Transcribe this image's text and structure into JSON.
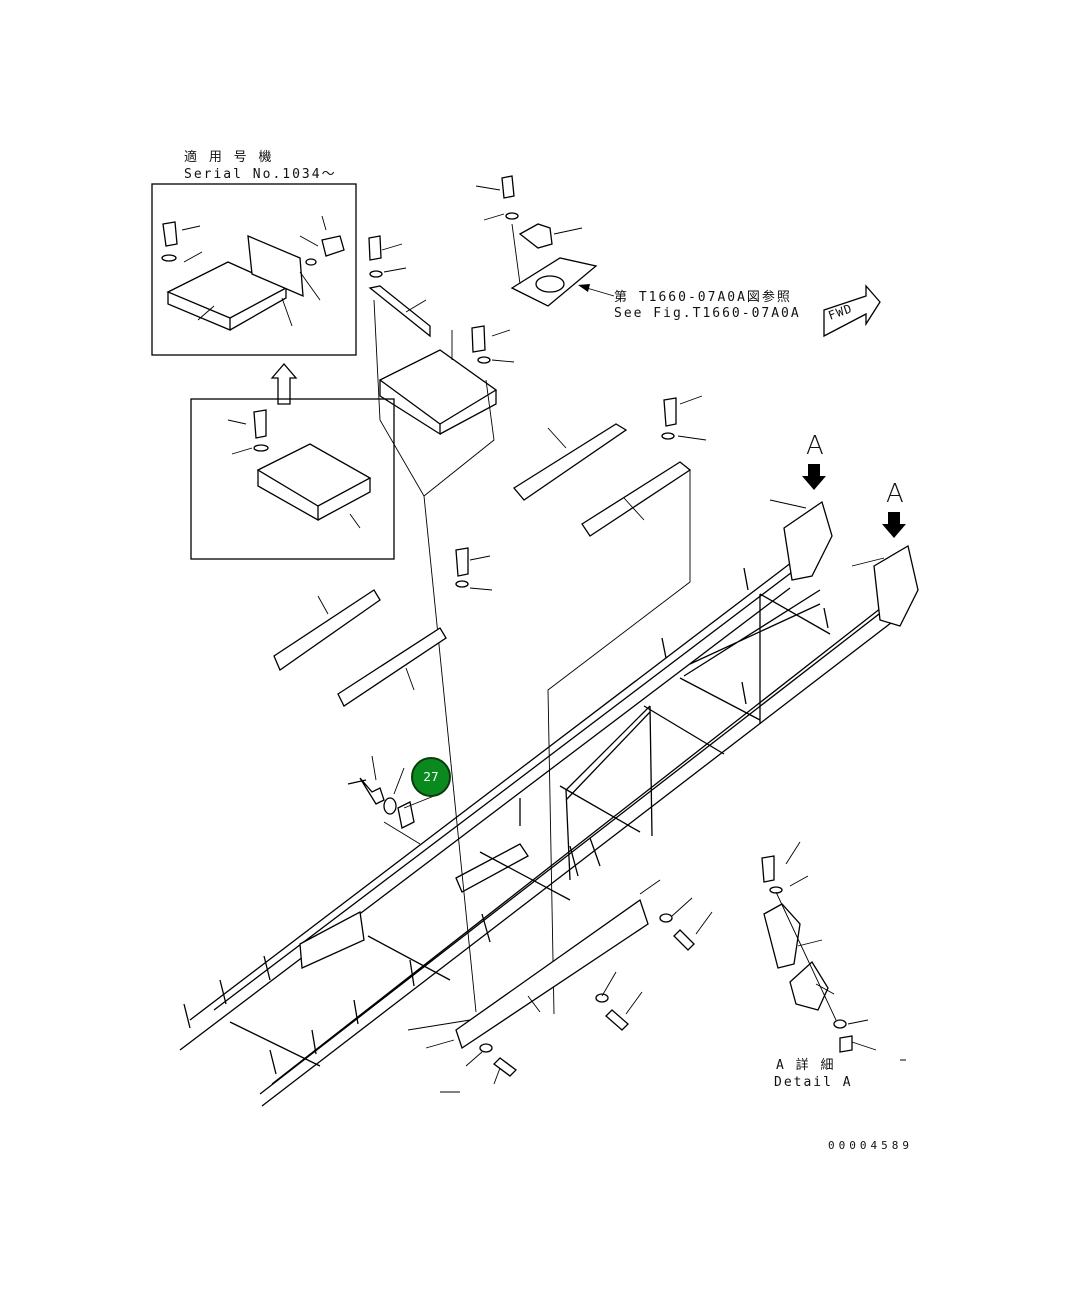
{
  "serial_note": {
    "applicable_label_jp": "適 用 号 機",
    "serial_label": "Serial No.1034～"
  },
  "reference_note": {
    "jp": "第 T1660-07A0A図参照",
    "en": "See Fig.T1660-07A0A"
  },
  "fwd_label": "FWD",
  "view_markers": [
    "A",
    "A"
  ],
  "detail_label": {
    "jp": "A 詳 細",
    "en": "Detail A"
  },
  "callouts": [
    {
      "number": "27",
      "color": "#0a8a1e"
    }
  ],
  "drawing_number": "00004589"
}
